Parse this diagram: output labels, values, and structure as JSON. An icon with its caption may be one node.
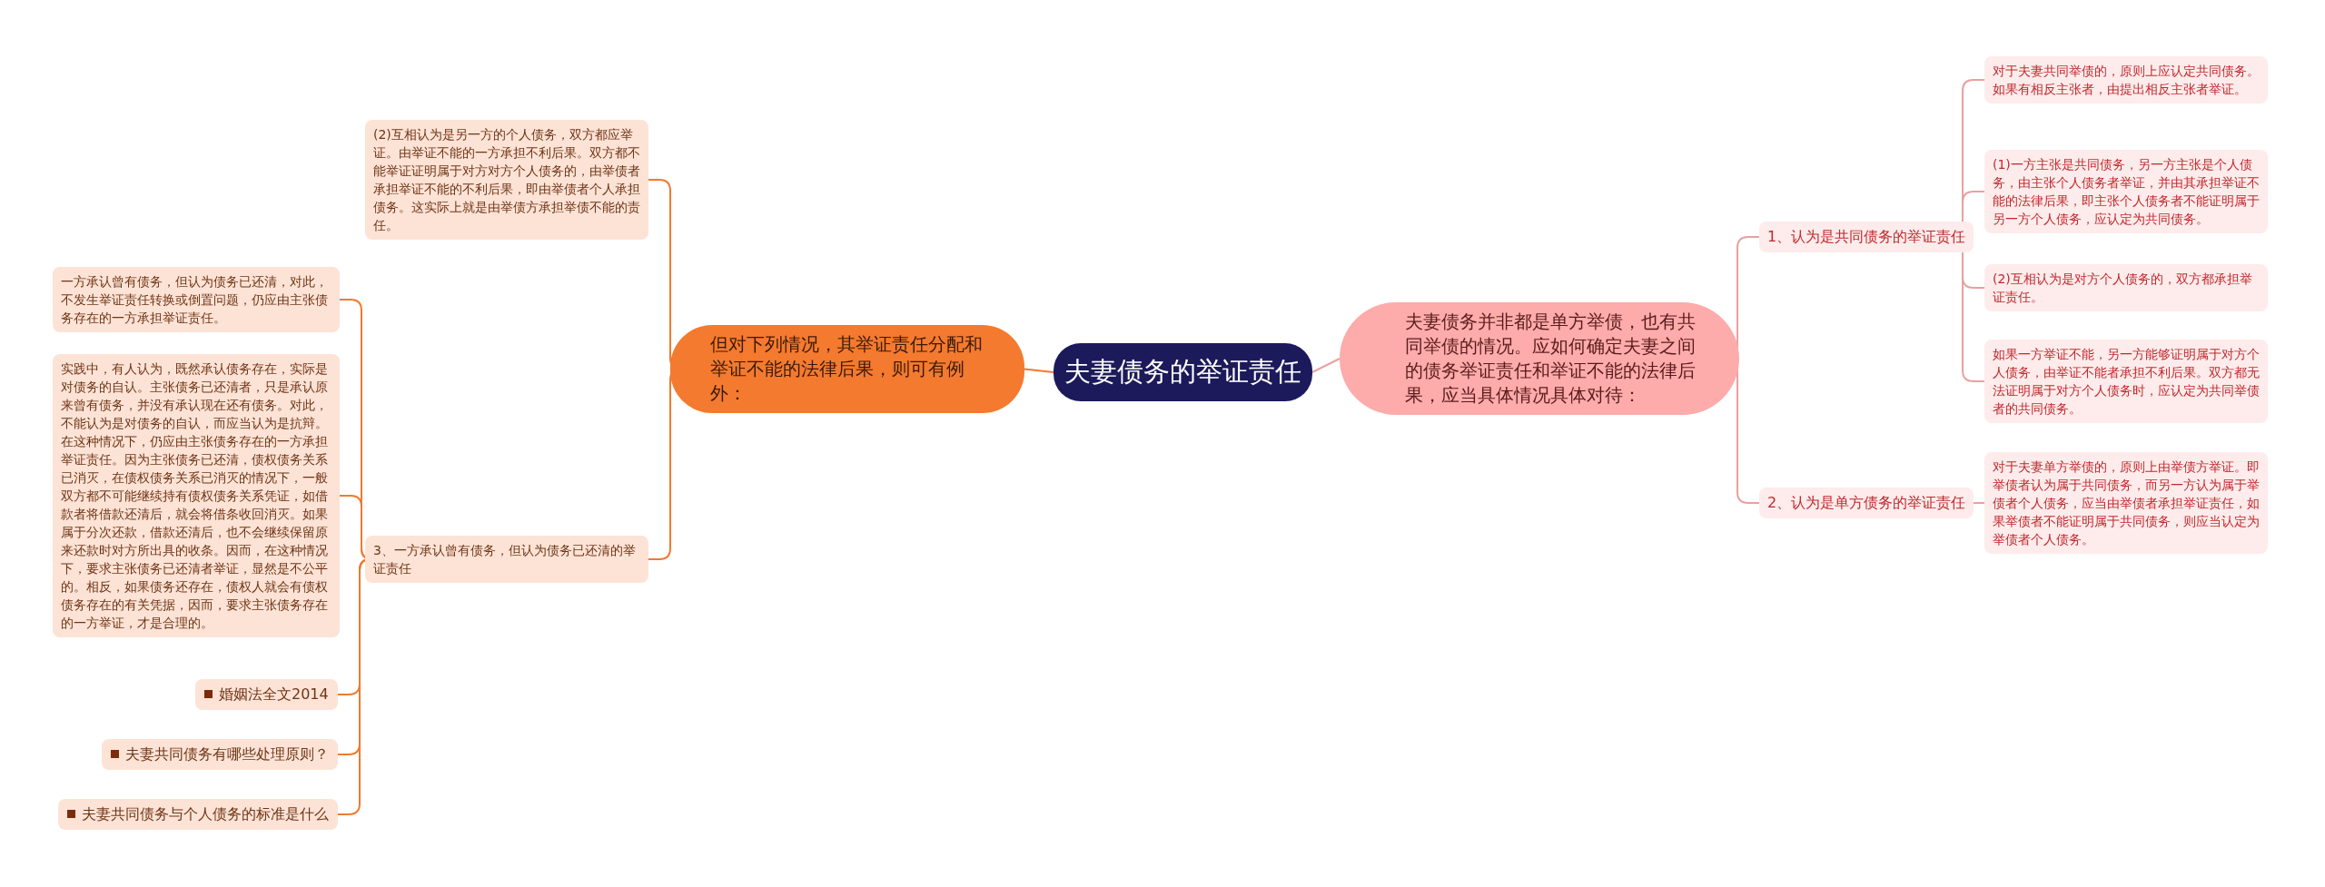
{
  "diagram": {
    "nodes": [
      {
        "text": [
          "夫妻债务的举证责任"
        ]
      },
      {
        "text": [
          "但对下列情况，其举证责任分配和举证不能的法律后果，则可有例外："
        ]
      },
      {
        "text": [
          "夫妻债务并非都是单方举债，也有共同举债的情况。应如何确定夫妻之间的债务举证责任和举证不能的法律后果，应当具体情况具体对待："
        ]
      },
      {
        "text": [
          "(2)互相认为是另一方的个人债务，双方都应举证。由举证不能的一方承担不利后果。双方都不能举证证明属于对方对方个人债务的，由举债者承担举证不能的不利后果，即由举债者个人承担债务。这实际上就是由举债方承担举债不能的责任。"
        ]
      },
      {
        "text": [
          "3、一方承认曾有债务，但认为债务已还清的举证责任"
        ]
      },
      {
        "text": [
          "一方承认曾有债务，但认为债务已还清，对此，不发生举证责任转换或倒置问题，仍应由主张债务存在的一方承担举证责任。"
        ]
      },
      {
        "text": [
          "实践中，有人认为，既然承认债务存在，实际是对债务的自认。主张债务已还清者，只是承认原来曾有债务，并没有承认现在还有债务。对此，不能认为是对债务的自认，而应当认为是抗辩。在这种情况下，仍应由主张债务存在的一方承担举证责任。因为主张债务已还清，债权债务关系已消灭，在债权债务关系已消灭的情况下，一般双方都不可能继续持有债权债务关系凭证，如借款者将借款还清后，就会将借条收回消灭。如果属于分次还款，借款还清后，也不会继续保留原来还款时对方所出具的收条。因而，在这种情况下，要求主张债务已还清者举证，显然是不公平的。相反，如果债务还存在，债权人就会有债权债务存在的有关凭据，因而，要求主张债务存在的一方举证，才是合理的。"
        ]
      },
      {
        "text": [
          "婚姻法全文2014"
        ]
      },
      {
        "text": [
          "夫妻共同债务有哪些处理原则？"
        ]
      },
      {
        "text": [
          "夫妻共同债务与个人债务的标准是什么"
        ]
      },
      {
        "text": [
          "1、认为是共同债务的举证责任"
        ]
      },
      {
        "text": [
          "对于夫妻共同举债的，原则上应认定共同债务。如果有相反主张者，由提出相反主张者举证。"
        ]
      },
      {
        "text": [
          "(1)一方主张是共同债务，另一方主张是个人债务，由主张个人债务者举证，并由其承担举证不能的法律后果，即主张个人债务者不能证明属于另一方个人债务，应认定为共同债务。"
        ]
      },
      {
        "text": [
          "(2)互相认为是对方个人债务的，双方都承担举证责任。"
        ]
      },
      {
        "text": [
          "如果一方举证不能，另一方能够证明属于对方个人债务，由举证不能者承担不利后果。双方都无法证明属于对方个人债务时，应认定为共同举债者的共同债务。"
        ]
      },
      {
        "text": [
          "2、认为是单方债务的举证责任"
        ]
      },
      {
        "text": [
          "对于夫妻单方举债的，原则上由举债方举证。即举债者认为属于共同债务，而另一方认为属于举债者个人债务，应当由举债者承担举证责任，如果举债者不能证明属于共同债务，则应当认定为举债者个人债务。"
        ]
      }
    ],
    "edges": [
      {
        "from": 0,
        "to": 1,
        "arrow": "none",
        "color": "#ef7a30"
      },
      {
        "from": 0,
        "to": 2,
        "arrow": "none",
        "color": "#e9a0a0"
      },
      {
        "from": 1,
        "to": 3,
        "arrow": "none",
        "color": "#ef7a30"
      },
      {
        "from": 1,
        "to": 4,
        "arrow": "none",
        "color": "#ef7a30"
      },
      {
        "from": 4,
        "to": 5,
        "arrow": "none",
        "color": "#ef7a30"
      },
      {
        "from": 4,
        "to": 6,
        "arrow": "none",
        "color": "#ef7a30"
      },
      {
        "from": 4,
        "to": 7,
        "arrow": "none",
        "color": "#ef7a30"
      },
      {
        "from": 4,
        "to": 8,
        "arrow": "none",
        "color": "#ef7a30"
      },
      {
        "from": 4,
        "to": 9,
        "arrow": "none",
        "color": "#ef7a30"
      },
      {
        "from": 2,
        "to": 10,
        "arrow": "none",
        "color": "#e9a0a0"
      },
      {
        "from": 2,
        "to": 15,
        "arrow": "none",
        "color": "#e9a0a0"
      },
      {
        "from": 10,
        "to": 11,
        "arrow": "none",
        "color": "#e9a0a0"
      },
      {
        "from": 10,
        "to": 12,
        "arrow": "none",
        "color": "#e9a0a0"
      },
      {
        "from": 10,
        "to": 13,
        "arrow": "none",
        "color": "#e9a0a0"
      },
      {
        "from": 10,
        "to": 14,
        "arrow": "none",
        "color": "#e9a0a0"
      },
      {
        "from": 15,
        "to": 16,
        "arrow": "none",
        "color": "#e9a0a0"
      }
    ]
  }
}
